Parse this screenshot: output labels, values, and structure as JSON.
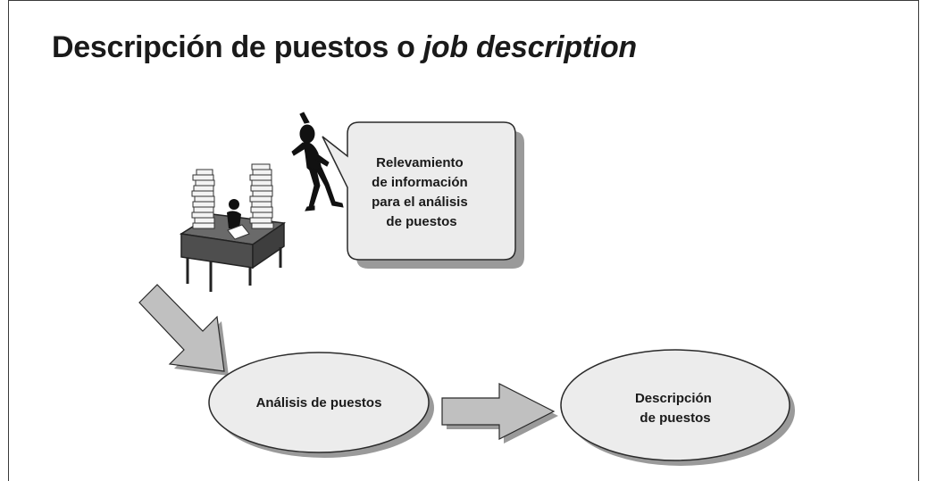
{
  "title": {
    "main": "Descripción de puestos o ",
    "italic": "job description"
  },
  "callout": {
    "lines": [
      "Relevamiento",
      "de información",
      "para el análisis",
      "de puestos"
    ]
  },
  "ellipse_analysis": {
    "label": "Análisis de puestos"
  },
  "ellipse_description": {
    "lines": [
      "Descripción",
      "de puestos"
    ]
  },
  "colors": {
    "shape_fill": "#ececec",
    "shadow": "#9a9a9a",
    "arrow_fill": "#c0c0c0",
    "stroke": "#2a2a2a",
    "desk_fill": "#555555"
  }
}
